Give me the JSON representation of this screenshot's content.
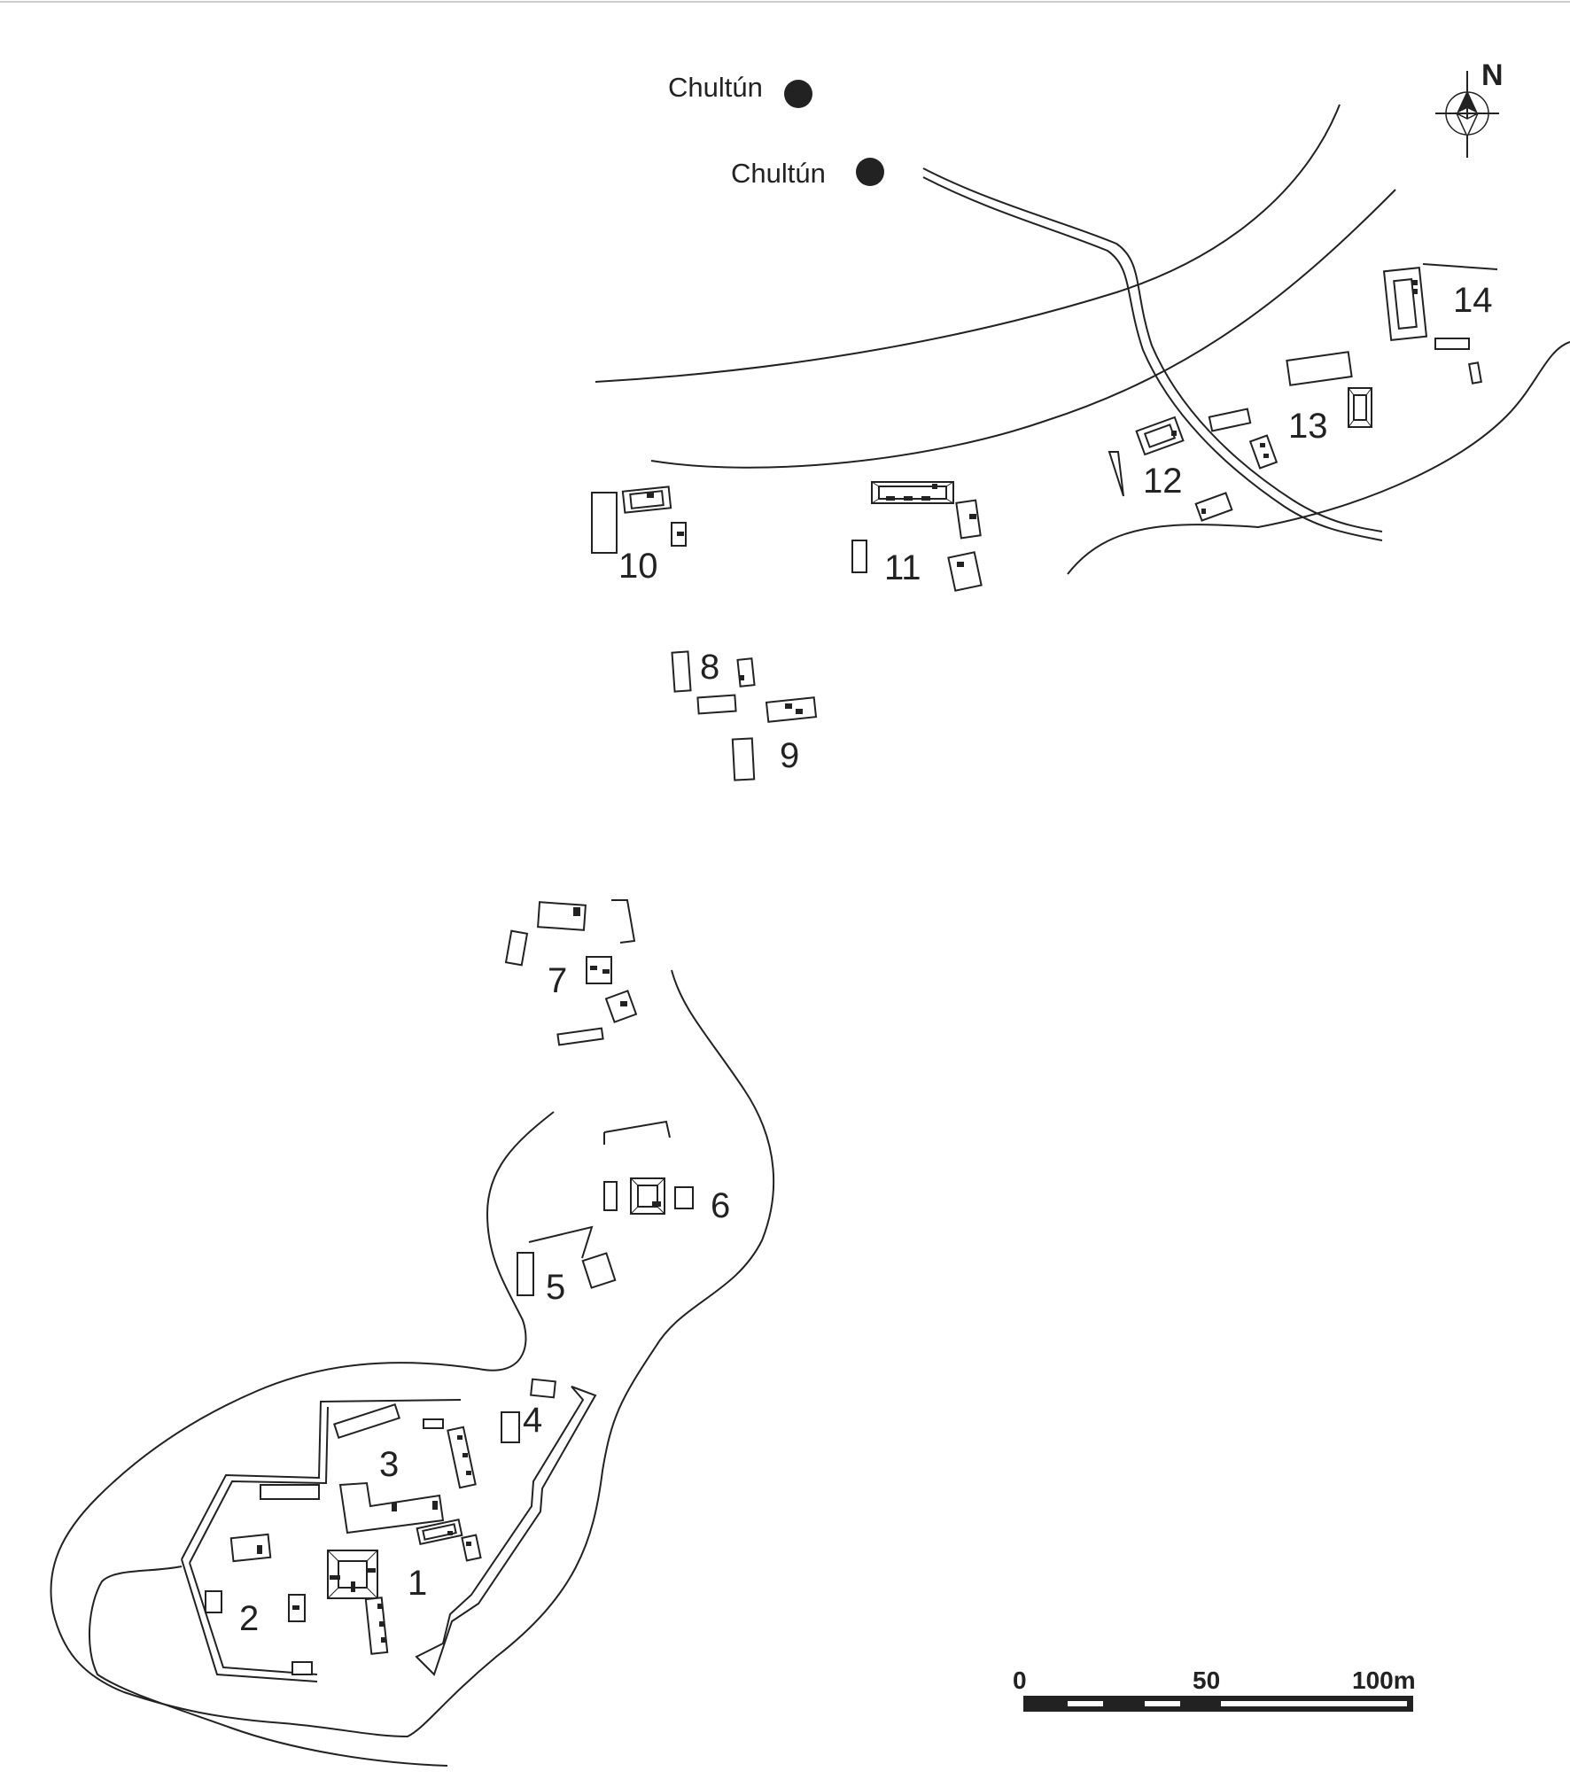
{
  "map": {
    "chultun_labels": [
      "Chultún",
      "Chultún"
    ],
    "group_labels": [
      "1",
      "2",
      "3",
      "4",
      "5",
      "6",
      "7",
      "8",
      "9",
      "10",
      "11",
      "12",
      "13",
      "14"
    ],
    "north_label": "N",
    "scale": {
      "tick_labels": [
        "0",
        "50",
        "100m"
      ]
    }
  },
  "colors": {
    "ink": "#222222",
    "background": "#ffffff"
  }
}
